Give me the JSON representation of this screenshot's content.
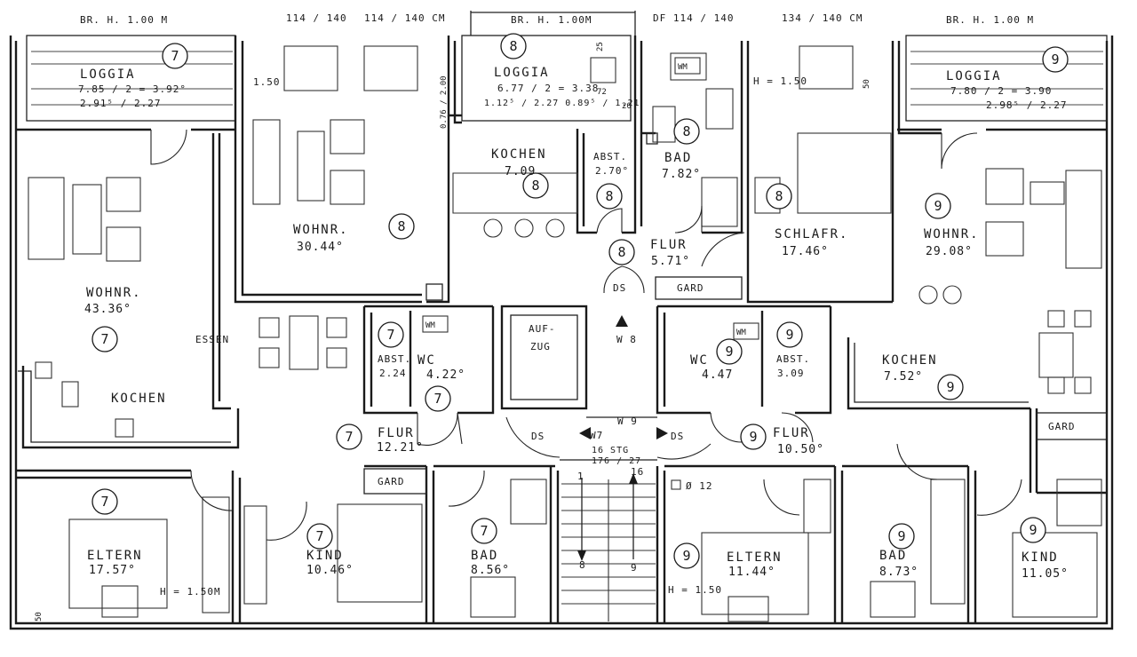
{
  "dimensions_top": [
    "BR. H. 1.00 M",
    "114 / 140",
    "114 / 140 CM",
    "BR. H. 1.00M",
    "DF 114 / 140",
    "134 / 140 CM",
    "BR. H. 1.00 M"
  ],
  "apartments": {
    "7": "7",
    "8": "8",
    "9": "9"
  },
  "rooms": {
    "loggia7": {
      "name": "LOGGIA",
      "area": "7.85 / 2 = 3.92°",
      "dims": "2.91⁵ / 2.27"
    },
    "loggia8": {
      "name": "LOGGIA",
      "area": "6.77 / 2 = 3.38",
      "dims": "1.12⁵ / 2.27  0.89⁵ / 1.21"
    },
    "loggia9": {
      "name": "LOGGIA",
      "area": "7.80 / 2 = 3.90",
      "dims": "2.98⁵ / 2.27"
    },
    "wohnr7": {
      "name": "WOHNR.",
      "area": "43.36°"
    },
    "essen7": {
      "name": "ESSEN"
    },
    "kochen7": {
      "name": "KOCHEN"
    },
    "wohnr8": {
      "name": "WOHNR.",
      "area": "30.44°"
    },
    "kochen8": {
      "name": "KOCHEN",
      "area": "7.09"
    },
    "abst8": {
      "name": "ABST.",
      "area": "2.70°"
    },
    "bad8": {
      "name": "BAD",
      "area": "7.82°"
    },
    "flur8": {
      "name": "FLUR",
      "area": "5.71°"
    },
    "schlafr8": {
      "name": "SCHLAFR.",
      "area": "17.46°"
    },
    "gard8": {
      "name": "GARD"
    },
    "wohnr9": {
      "name": "WOHNR.",
      "area": "29.08°"
    },
    "kochen9": {
      "name": "KOCHEN",
      "area": "7.52°"
    },
    "gard9": {
      "name": "GARD"
    },
    "abst7": {
      "name": "ABST.",
      "area": "2.24"
    },
    "wc7": {
      "name": "WC",
      "area": "4.22°"
    },
    "aufzug": {
      "name1": "AUF-",
      "name2": "ZUG"
    },
    "w8": {
      "name": "W 8"
    },
    "w9": {
      "name": "W 9"
    },
    "w7": {
      "name": "W7"
    },
    "stg": {
      "line1": "16 STG",
      "line2": "176 / 27"
    },
    "wc9": {
      "name": "WC",
      "area": "4.47"
    },
    "abst9": {
      "name": "ABST.",
      "area": "3.09"
    },
    "flur7": {
      "name": "FLUR",
      "area": "12.21°"
    },
    "gard7": {
      "name": "GARD"
    },
    "flur9": {
      "name": "FLUR",
      "area": "10.50°"
    },
    "eltern7": {
      "name": "ELTERN",
      "area": "17.57°"
    },
    "kind7": {
      "name": "KIND",
      "area": "10.46°"
    },
    "bad7": {
      "name": "BAD",
      "area": "8.56°"
    },
    "eltern9": {
      "name": "ELTERN",
      "area": "11.44°"
    },
    "bad9": {
      "name": "BAD",
      "area": "8.73°"
    },
    "kind9": {
      "name": "KIND",
      "area": "11.05°"
    }
  },
  "labels": {
    "ds": "DS",
    "wm": "WM",
    "h150": "H = 1.50",
    "h150m": "H = 1.50M",
    "v150": "1.50",
    "stair_bottom_left": "8",
    "stair_bottom_right": "9",
    "stair_top_left": "1",
    "stair_top_right": "16",
    "pipe": "Ø 12",
    "side_dim": "0.76 / 2.00",
    "v50": "50",
    "dim72": "72",
    "dim20": "20",
    "dim25": "25"
  }
}
